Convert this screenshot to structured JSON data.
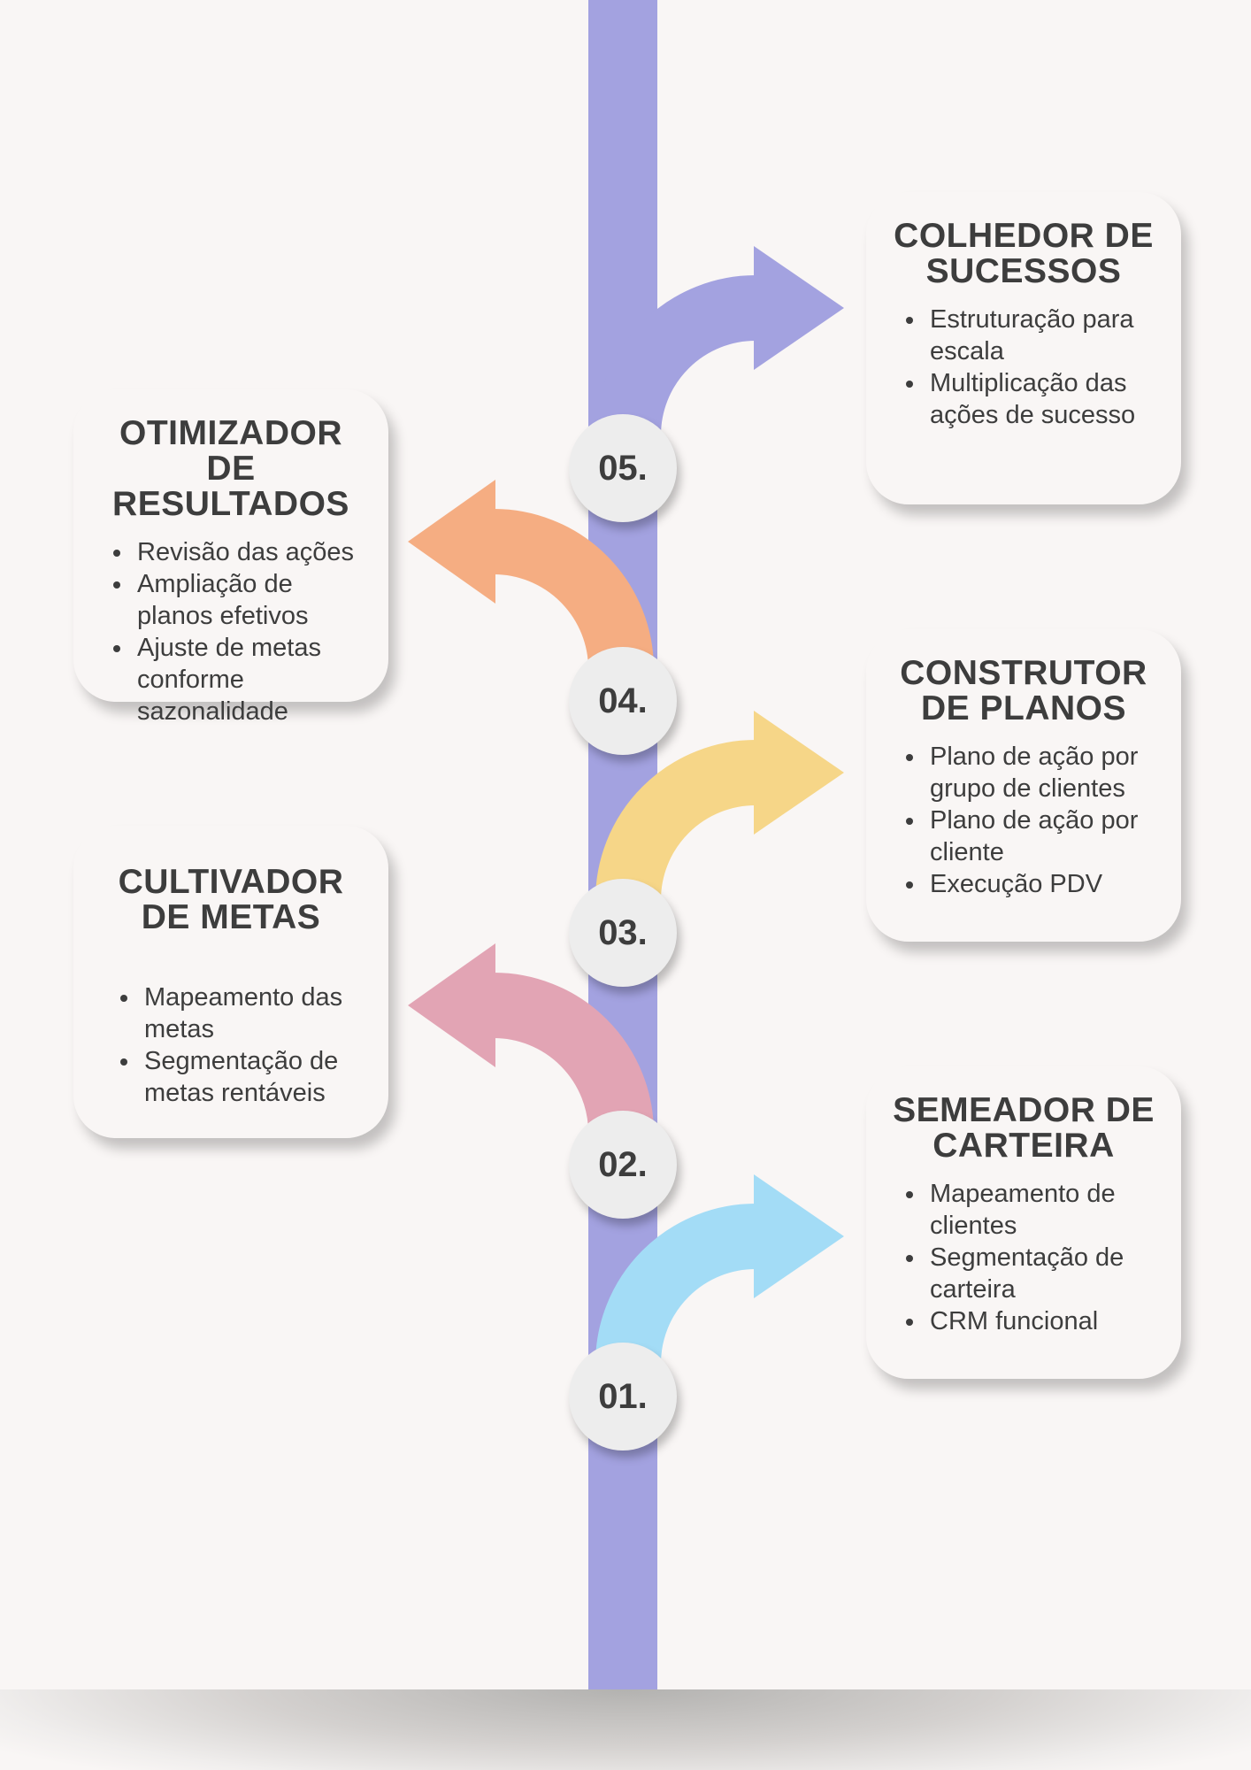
{
  "colors": {
    "background": "#f9f6f5",
    "timeline": "#a3a2e0",
    "text": "#3d3d3d"
  },
  "steps": [
    {
      "number": "01.",
      "title": "SEMEADOR DE CARTEIRA",
      "items": [
        "Mapeamento de clientes",
        "Segmentação de carteira",
        "CRM funcional"
      ],
      "arrow_color": "#a3dcf6",
      "side": "right"
    },
    {
      "number": "02.",
      "title": "CULTIVADOR DE METAS",
      "items": [
        "Mapeamento das metas",
        "Segmentação de metas rentáveis"
      ],
      "arrow_color": "#e2a4b4",
      "side": "left"
    },
    {
      "number": "03.",
      "title": "CONSTRUTOR DE PLANOS",
      "items": [
        "Plano de ação por grupo de clientes",
        "Plano de ação por cliente",
        "Execução PDV"
      ],
      "arrow_color": "#f6d688",
      "side": "right"
    },
    {
      "number": "04.",
      "title": "OTIMIZADOR DE RESULTADOS",
      "items": [
        "Revisão das ações",
        "Ampliação de planos efetivos",
        "Ajuste de metas conforme sazonalidade"
      ],
      "arrow_color": "#f5ad82",
      "side": "left"
    },
    {
      "number": "05.",
      "title": "COLHEDOR DE SUCESSOS",
      "items": [
        "Estruturação para escala",
        "Multiplicação das ações de sucesso"
      ],
      "arrow_color": "#a3a2e0",
      "side": "right"
    }
  ]
}
